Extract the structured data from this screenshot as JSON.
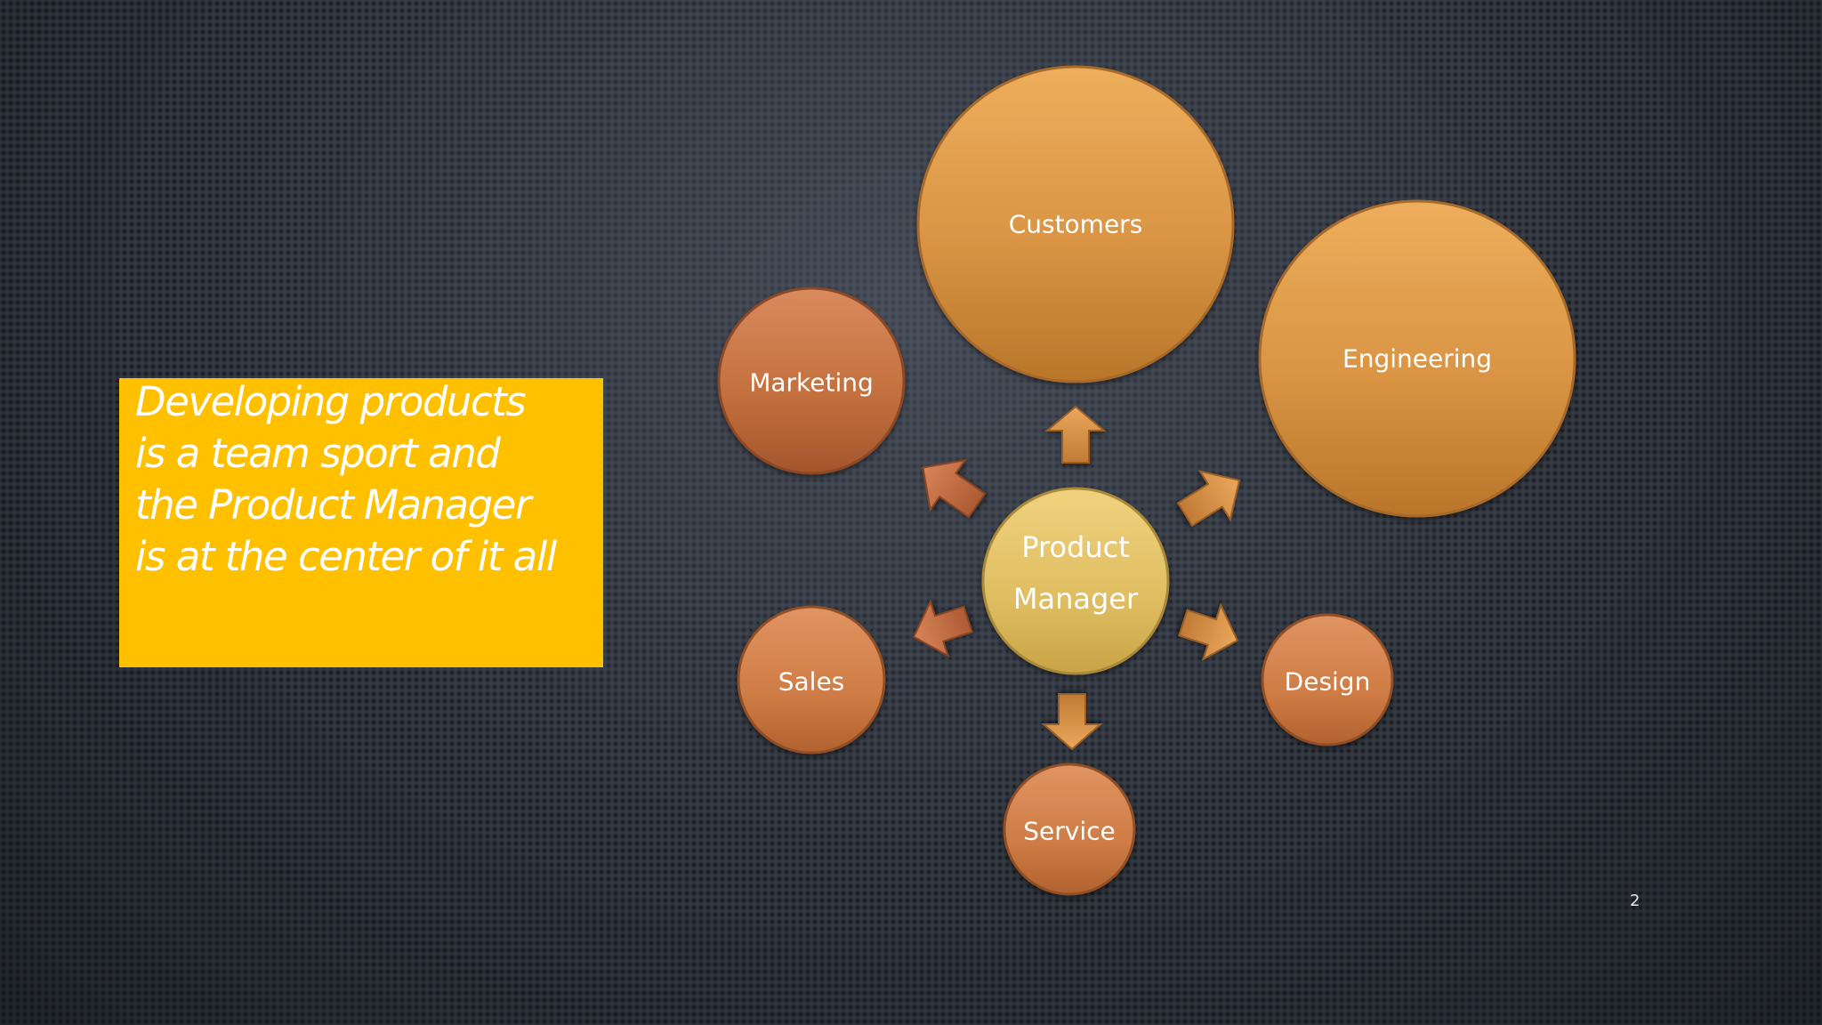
{
  "callout": {
    "lines": [
      "Developing products",
      "is a team sport and",
      "the Product Manager",
      "is at the center of it all"
    ]
  },
  "diagram": {
    "center": {
      "label_lines": [
        "Product",
        "Manager"
      ]
    },
    "nodes": [
      {
        "label": "Customers"
      },
      {
        "label": "Engineering"
      },
      {
        "label": "Marketing"
      },
      {
        "label": "Sales"
      },
      {
        "label": "Design"
      },
      {
        "label": "Service"
      }
    ]
  },
  "slide_number": "2"
}
